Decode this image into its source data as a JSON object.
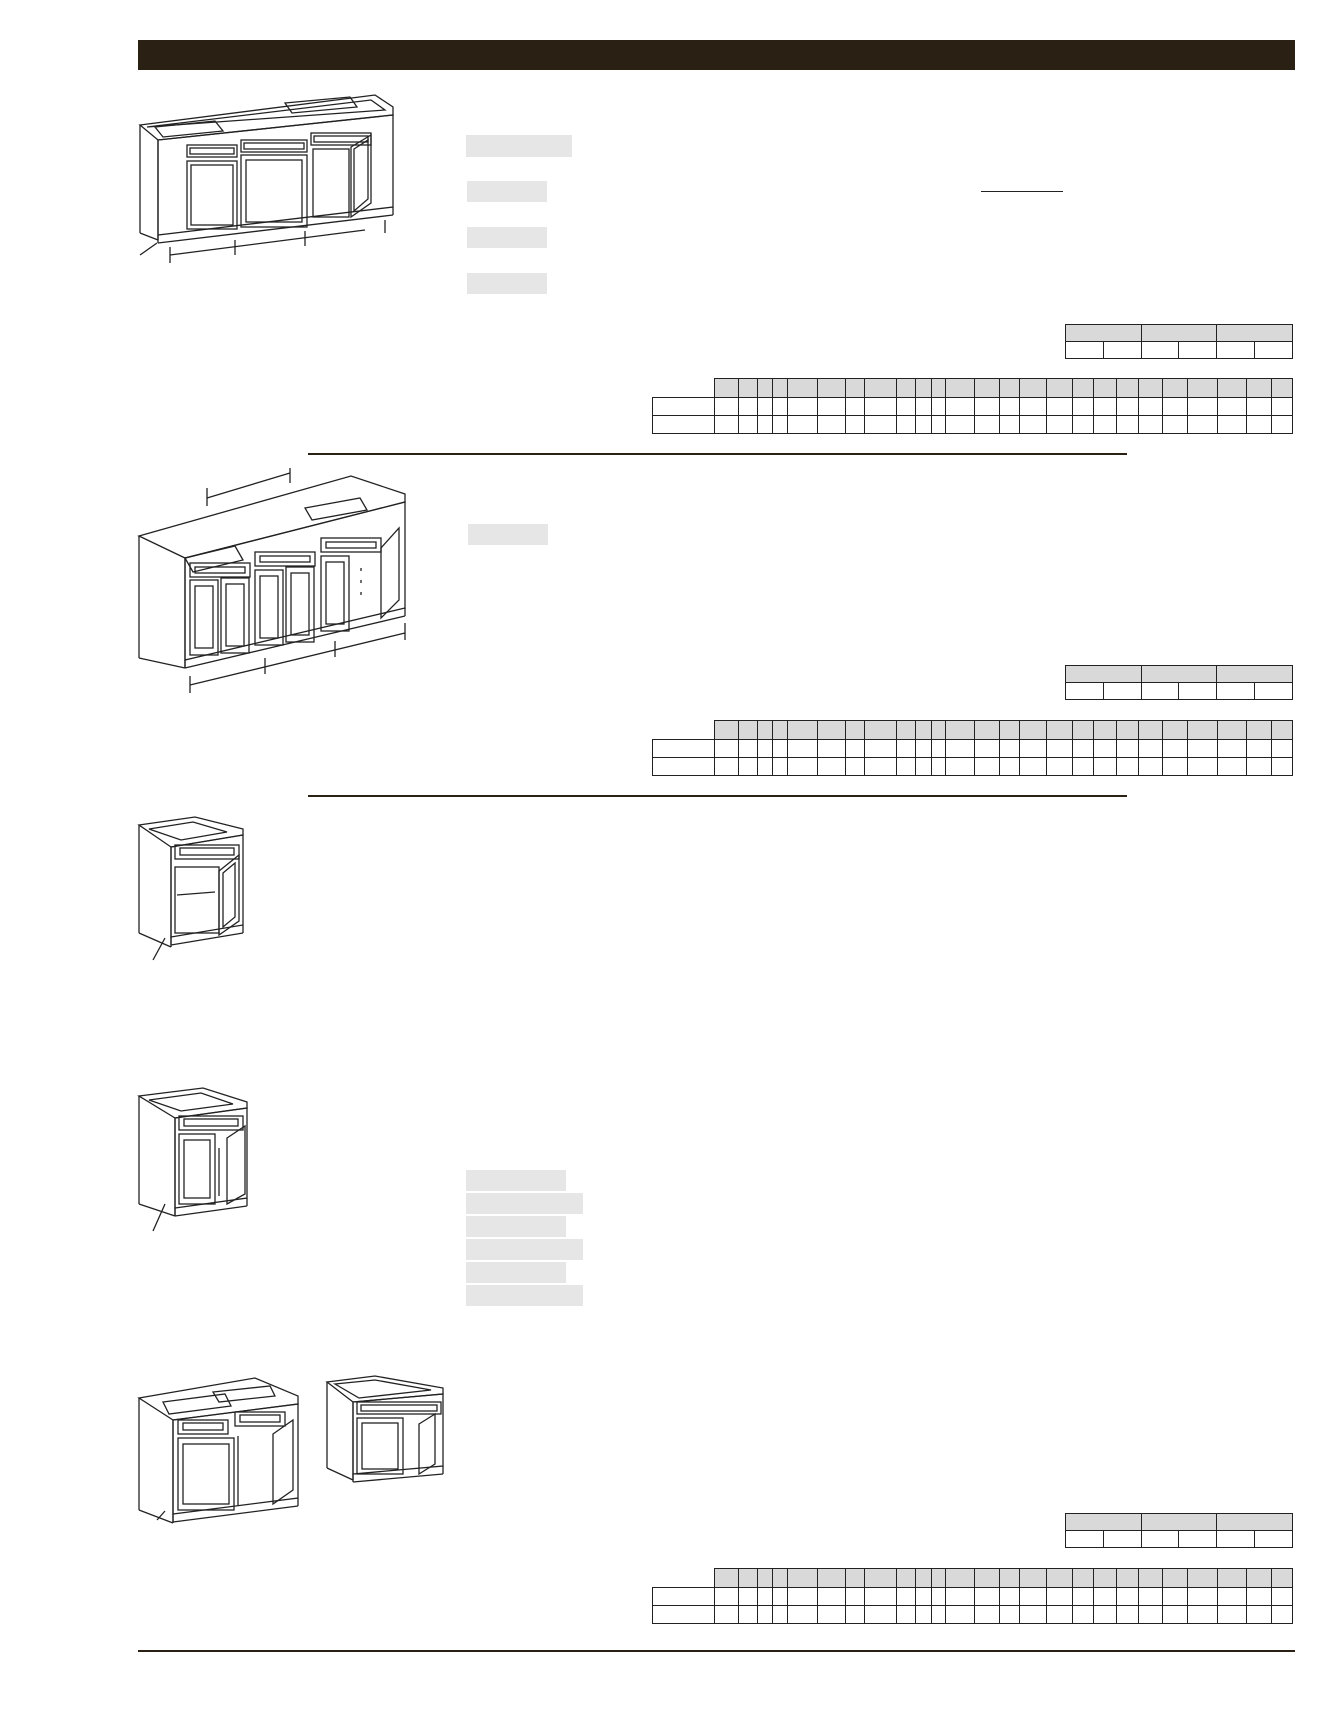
{
  "page": {
    "header_bar_color": "#2a2014",
    "rule_color": "#2a2014",
    "tag_color": "#e6e6e6",
    "table_header_color": "#d9d9d9"
  },
  "sections": [
    {
      "id": "double-sink-vanity-three-drawer",
      "drawing": "vanity-combination-cabinet-drawing"
    },
    {
      "id": "double-sink-vanity-four-door",
      "drawing": "vanity-double-sink-cabinet-drawing"
    },
    {
      "id": "vanity-sink-base-single-door",
      "drawing": "single-door-vanity-base-drawing"
    },
    {
      "id": "vanity-sink-base-double-door",
      "drawing": "double-door-vanity-base-drawing"
    },
    {
      "id": "vanity-drawer-combination",
      "drawing": "vanity-drawer-combo-drawings"
    }
  ]
}
